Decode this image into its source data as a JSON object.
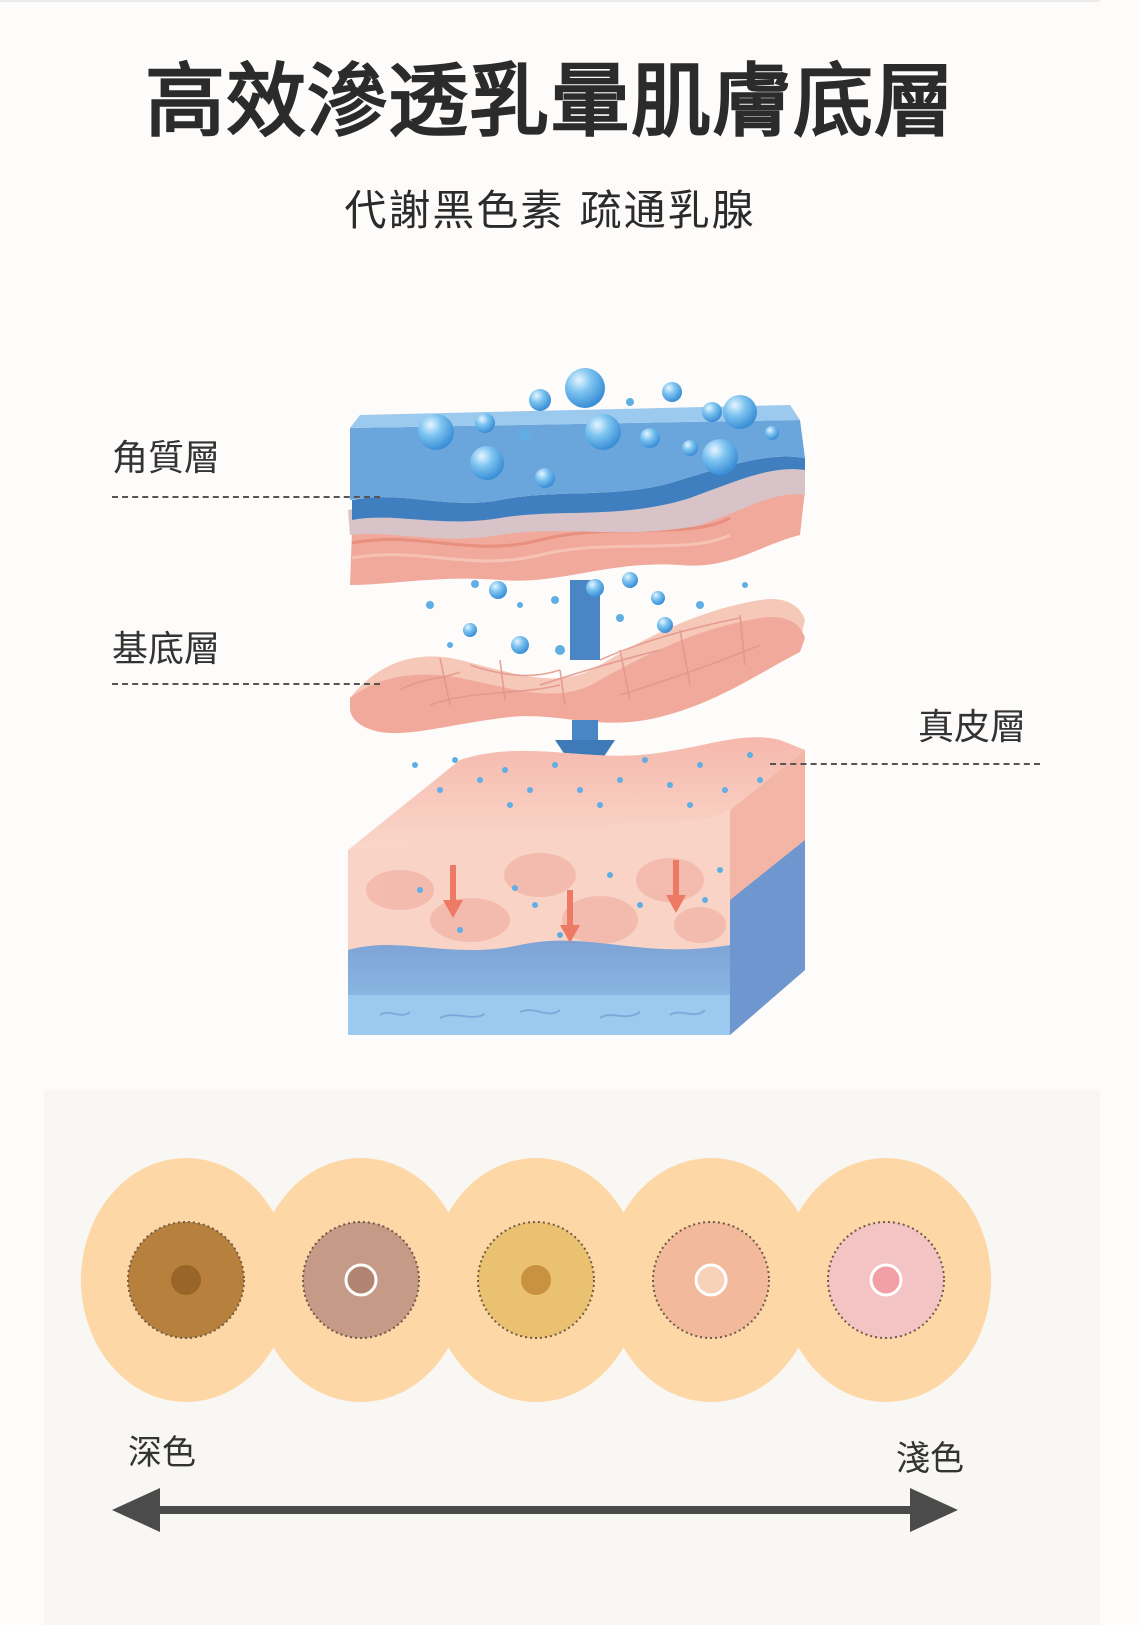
{
  "title": "高效滲透乳暈肌膚底層",
  "subtitle": "代謝黑色素 疏通乳腺",
  "layers": {
    "stratum_corneum": "角質層",
    "basal_layer": "基底層",
    "dermis": "真皮層"
  },
  "scale": {
    "dark_label": "深色",
    "light_label": "淺色"
  },
  "areola_swatches": [
    {
      "ring": "#b7803c",
      "center": "#9a6528",
      "center_style": "solid"
    },
    {
      "ring": "#c59a86",
      "center": "#b18471",
      "center_style": "hollow"
    },
    {
      "ring": "#e9c170",
      "center": "#c99240",
      "center_style": "solid"
    },
    {
      "ring": "#f2b99b",
      "center": "#f7d2b8",
      "center_style": "hollow"
    },
    {
      "ring": "#f4c3c3",
      "center": "#f2a0a6",
      "center_style": "hollow"
    }
  ],
  "colors": {
    "skin_circle": "#fdd8a6",
    "arrow": "#4b4b4b",
    "water": "#5faee4"
  }
}
